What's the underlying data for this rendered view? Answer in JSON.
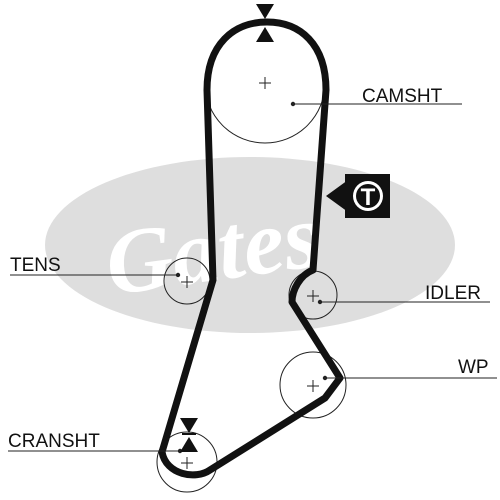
{
  "diagram": {
    "labels": {
      "camshaft": "CAMSHT",
      "tensioner": "TENS",
      "idler": "IDLER",
      "water_pump": "WP",
      "crankshaft": "CRANSHT"
    },
    "tension_marker": "T",
    "watermark": "Gates",
    "colors": {
      "belt": "#111111",
      "pulley_outline": "#222222",
      "watermark": "#dedede",
      "background": "#ffffff"
    }
  }
}
